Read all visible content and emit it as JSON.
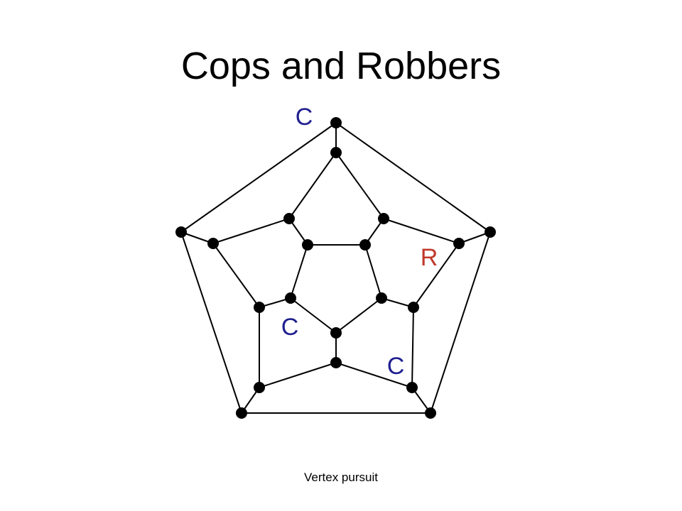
{
  "slide": {
    "title": "Cops and Robbers",
    "footer": "Vertex pursuit"
  },
  "graph": {
    "name": "dodecahedral graph",
    "vertex_count": 20,
    "edge_count": 30,
    "edges": [
      [
        "o1",
        "o2"
      ],
      [
        "o2",
        "o3"
      ],
      [
        "o3",
        "o4"
      ],
      [
        "o4",
        "o5"
      ],
      [
        "o5",
        "o1"
      ],
      [
        "o1",
        "a1"
      ],
      [
        "o2",
        "a3"
      ],
      [
        "o3",
        "a5"
      ],
      [
        "o4",
        "a7"
      ],
      [
        "o5",
        "a9"
      ],
      [
        "a1",
        "a2"
      ],
      [
        "a2",
        "a3"
      ],
      [
        "a3",
        "a4"
      ],
      [
        "a4",
        "a5"
      ],
      [
        "a5",
        "a6"
      ],
      [
        "a6",
        "a7"
      ],
      [
        "a7",
        "a8"
      ],
      [
        "a8",
        "a9"
      ],
      [
        "a9",
        "a10"
      ],
      [
        "a10",
        "a1"
      ],
      [
        "a2",
        "i1"
      ],
      [
        "a4",
        "i2"
      ],
      [
        "a6",
        "i3"
      ],
      [
        "a8",
        "i4"
      ],
      [
        "a10",
        "i5"
      ],
      [
        "i1",
        "i2"
      ],
      [
        "i2",
        "i3"
      ],
      [
        "i3",
        "i4"
      ],
      [
        "i4",
        "i5"
      ],
      [
        "i5",
        "i1"
      ]
    ]
  },
  "tokens": [
    {
      "label": "C",
      "role": "cop",
      "color": "#1f1f8f"
    },
    {
      "label": "R",
      "role": "robber",
      "color": "#c0392b"
    },
    {
      "label": "C",
      "role": "cop",
      "color": "#1f1f8f"
    },
    {
      "label": "C",
      "role": "cop",
      "color": "#1f1f8f"
    }
  ],
  "colors": {
    "cop": "#1f1f8f",
    "robber": "#c0392b",
    "vertex": "#000000",
    "edge": "#000000"
  }
}
